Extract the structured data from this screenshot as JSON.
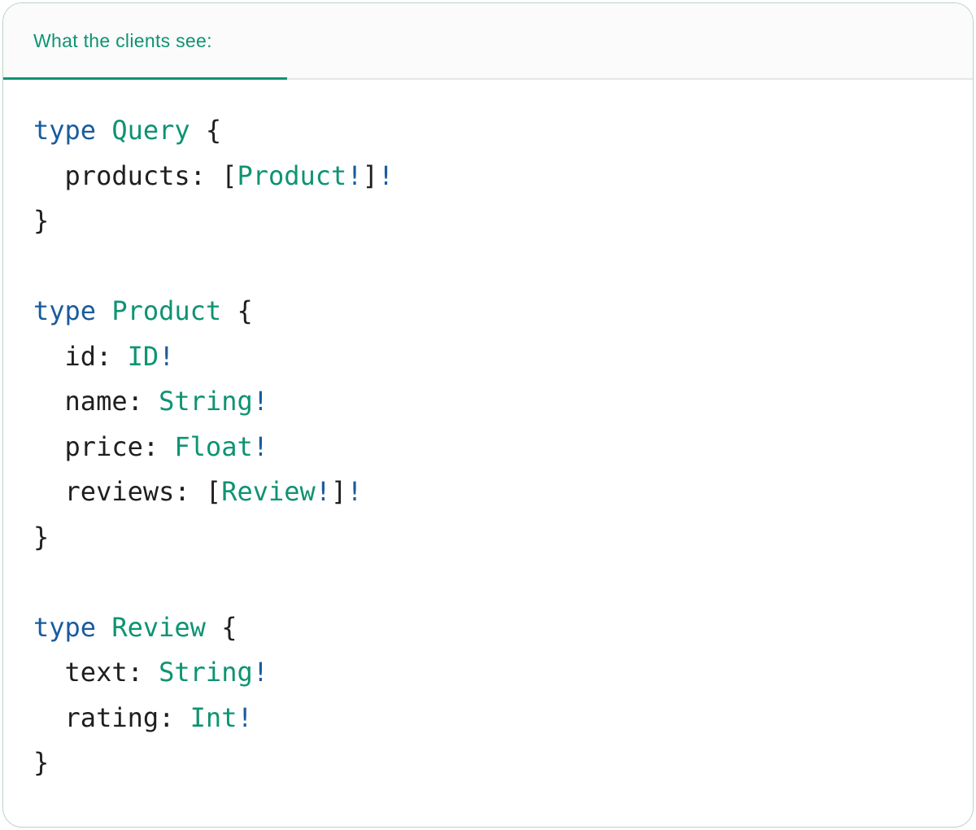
{
  "colors": {
    "card-bg": "#ffffff",
    "card-border": "#b7d6c5",
    "header-bg": "#fbfbfb",
    "divider": "#e7e7e7",
    "tab-text": "#0e9373",
    "tab-underline": "#0e9373"
  },
  "syntax_colors": {
    "keyword": "#1a5c9e",
    "type_name": "#0e9373",
    "plain": "#1f1f1f",
    "bang": "#1a5c9e"
  },
  "header": {
    "tab_label": "What the clients see:"
  },
  "code": {
    "language": "graphql",
    "lines": [
      {
        "tokens": [
          {
            "t": "type",
            "c": "keyword"
          },
          {
            "t": " ",
            "c": "plain"
          },
          {
            "t": "Query",
            "c": "type_name"
          },
          {
            "t": " {",
            "c": "plain"
          }
        ]
      },
      {
        "tokens": [
          {
            "t": "  products: [",
            "c": "plain"
          },
          {
            "t": "Product",
            "c": "type_name"
          },
          {
            "t": "!",
            "c": "bang"
          },
          {
            "t": "]",
            "c": "plain"
          },
          {
            "t": "!",
            "c": "bang"
          }
        ]
      },
      {
        "tokens": [
          {
            "t": "}",
            "c": "plain"
          }
        ]
      },
      {
        "tokens": []
      },
      {
        "tokens": [
          {
            "t": "type",
            "c": "keyword"
          },
          {
            "t": " ",
            "c": "plain"
          },
          {
            "t": "Product",
            "c": "type_name"
          },
          {
            "t": " {",
            "c": "plain"
          }
        ]
      },
      {
        "tokens": [
          {
            "t": "  id: ",
            "c": "plain"
          },
          {
            "t": "ID",
            "c": "type_name"
          },
          {
            "t": "!",
            "c": "bang"
          }
        ]
      },
      {
        "tokens": [
          {
            "t": "  name: ",
            "c": "plain"
          },
          {
            "t": "String",
            "c": "type_name"
          },
          {
            "t": "!",
            "c": "bang"
          }
        ]
      },
      {
        "tokens": [
          {
            "t": "  price: ",
            "c": "plain"
          },
          {
            "t": "Float",
            "c": "type_name"
          },
          {
            "t": "!",
            "c": "bang"
          }
        ]
      },
      {
        "tokens": [
          {
            "t": "  reviews: [",
            "c": "plain"
          },
          {
            "t": "Review",
            "c": "type_name"
          },
          {
            "t": "!",
            "c": "bang"
          },
          {
            "t": "]",
            "c": "plain"
          },
          {
            "t": "!",
            "c": "bang"
          }
        ]
      },
      {
        "tokens": [
          {
            "t": "}",
            "c": "plain"
          }
        ]
      },
      {
        "tokens": []
      },
      {
        "tokens": [
          {
            "t": "type",
            "c": "keyword"
          },
          {
            "t": " ",
            "c": "plain"
          },
          {
            "t": "Review",
            "c": "type_name"
          },
          {
            "t": " {",
            "c": "plain"
          }
        ]
      },
      {
        "tokens": [
          {
            "t": "  text: ",
            "c": "plain"
          },
          {
            "t": "String",
            "c": "type_name"
          },
          {
            "t": "!",
            "c": "bang"
          }
        ]
      },
      {
        "tokens": [
          {
            "t": "  rating: ",
            "c": "plain"
          },
          {
            "t": "Int",
            "c": "type_name"
          },
          {
            "t": "!",
            "c": "bang"
          }
        ]
      },
      {
        "tokens": [
          {
            "t": "}",
            "c": "plain"
          }
        ]
      }
    ]
  }
}
